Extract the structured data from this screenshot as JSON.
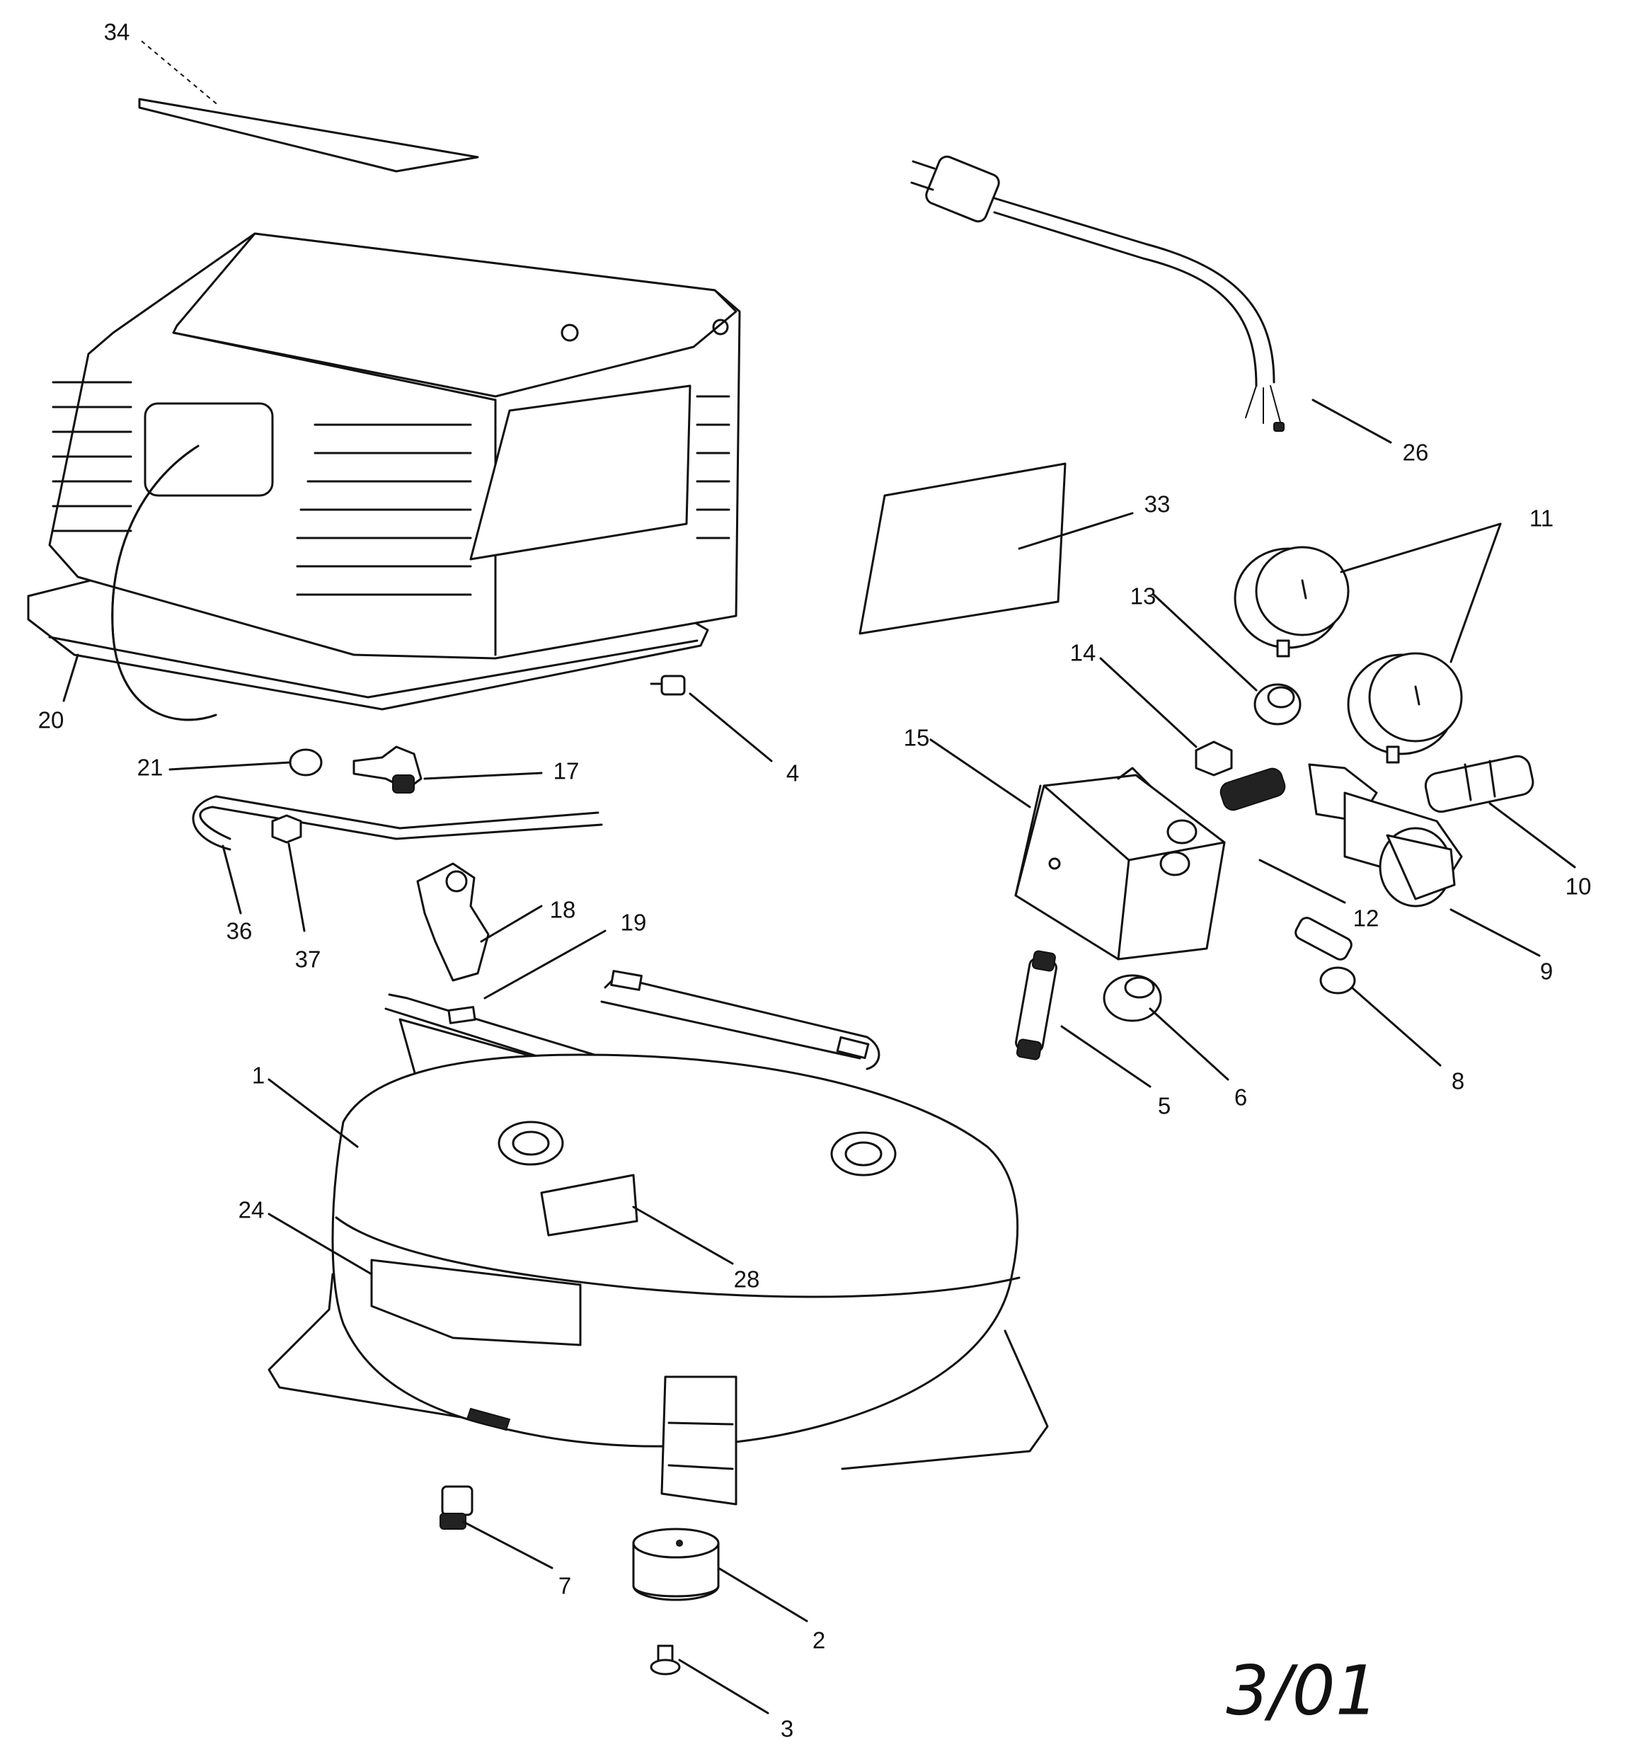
{
  "parts": [
    {
      "id": "p34",
      "label": "34"
    },
    {
      "id": "p26",
      "label": "26"
    },
    {
      "id": "p33",
      "label": "33"
    },
    {
      "id": "p11",
      "label": "11"
    },
    {
      "id": "p13",
      "label": "13"
    },
    {
      "id": "p14",
      "label": "14"
    },
    {
      "id": "p15",
      "label": "15"
    },
    {
      "id": "p10",
      "label": "10"
    },
    {
      "id": "p12",
      "label": "12"
    },
    {
      "id": "p9",
      "label": "9"
    },
    {
      "id": "p20",
      "label": "20"
    },
    {
      "id": "p4",
      "label": "4"
    },
    {
      "id": "p21",
      "label": "21"
    },
    {
      "id": "p17",
      "label": "17"
    },
    {
      "id": "p36",
      "label": "36"
    },
    {
      "id": "p37",
      "label": "37"
    },
    {
      "id": "p18",
      "label": "18"
    },
    {
      "id": "p19",
      "label": "19"
    },
    {
      "id": "p5",
      "label": "5"
    },
    {
      "id": "p6",
      "label": "6"
    },
    {
      "id": "p8",
      "label": "8"
    },
    {
      "id": "p1",
      "label": "1"
    },
    {
      "id": "p24",
      "label": "24"
    },
    {
      "id": "p28",
      "label": "28"
    },
    {
      "id": "p7",
      "label": "7"
    },
    {
      "id": "p2",
      "label": "2"
    },
    {
      "id": "p3",
      "label": "3"
    }
  ],
  "footer": {
    "date": "3/01"
  }
}
